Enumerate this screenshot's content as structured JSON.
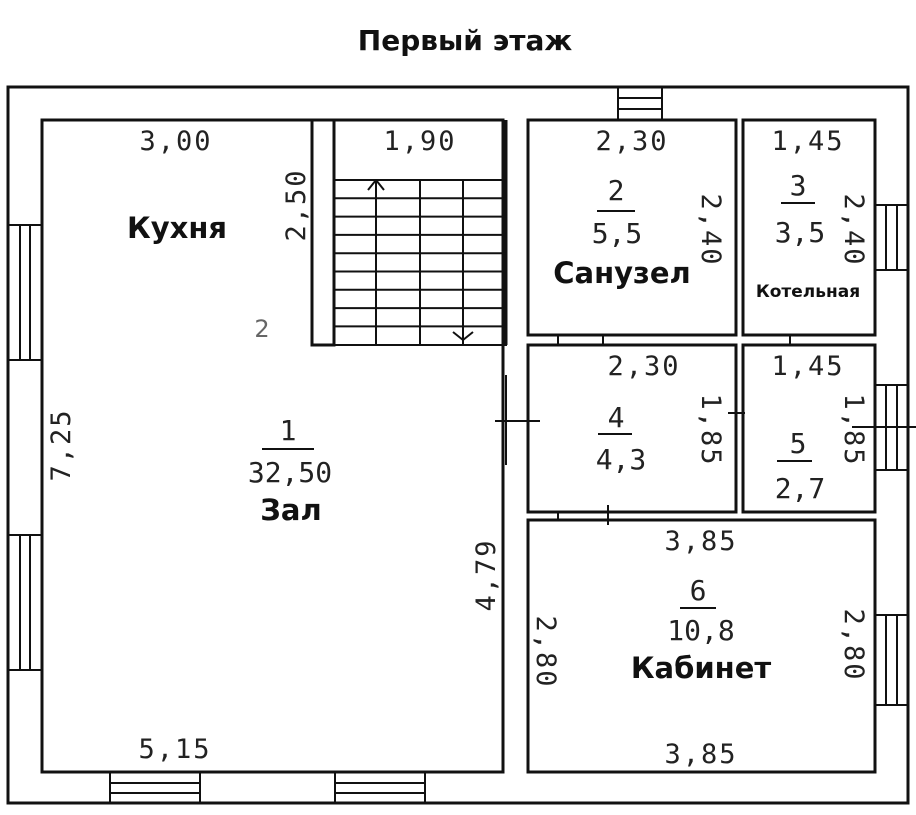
{
  "title": "Первый этаж",
  "rooms": {
    "kitchen": {
      "name": "Кухня",
      "dims": {
        "top": "3,00",
        "stair_side": "2,50"
      },
      "extra": "2"
    },
    "hall": {
      "number": "1",
      "area": "32,50",
      "name": "Зал",
      "dims": {
        "left": "7,25",
        "bottom": "5,15",
        "right": "4,79"
      }
    },
    "stair": {
      "dims": {
        "top": "1,90"
      }
    },
    "bathroom": {
      "number": "2",
      "area": "5,5",
      "name": "Санузел",
      "dims": {
        "top": "2,30",
        "side": "2,40"
      }
    },
    "boiler": {
      "number": "3",
      "area": "3,5",
      "name": "Котельная",
      "dims": {
        "top": "1,45",
        "side": "2,40"
      }
    },
    "room4": {
      "number": "4",
      "area": "4,3",
      "dims": {
        "top": "2,30",
        "side": "1,85"
      }
    },
    "room5": {
      "number": "5",
      "area": "2,7",
      "dims": {
        "top": "1,45",
        "side": "1,85"
      }
    },
    "office": {
      "number": "6",
      "area": "10,8",
      "name": "Кабинет",
      "dims": {
        "top": "3,85",
        "bottom": "3,85",
        "left": "2,80",
        "right": "2,80"
      }
    }
  }
}
